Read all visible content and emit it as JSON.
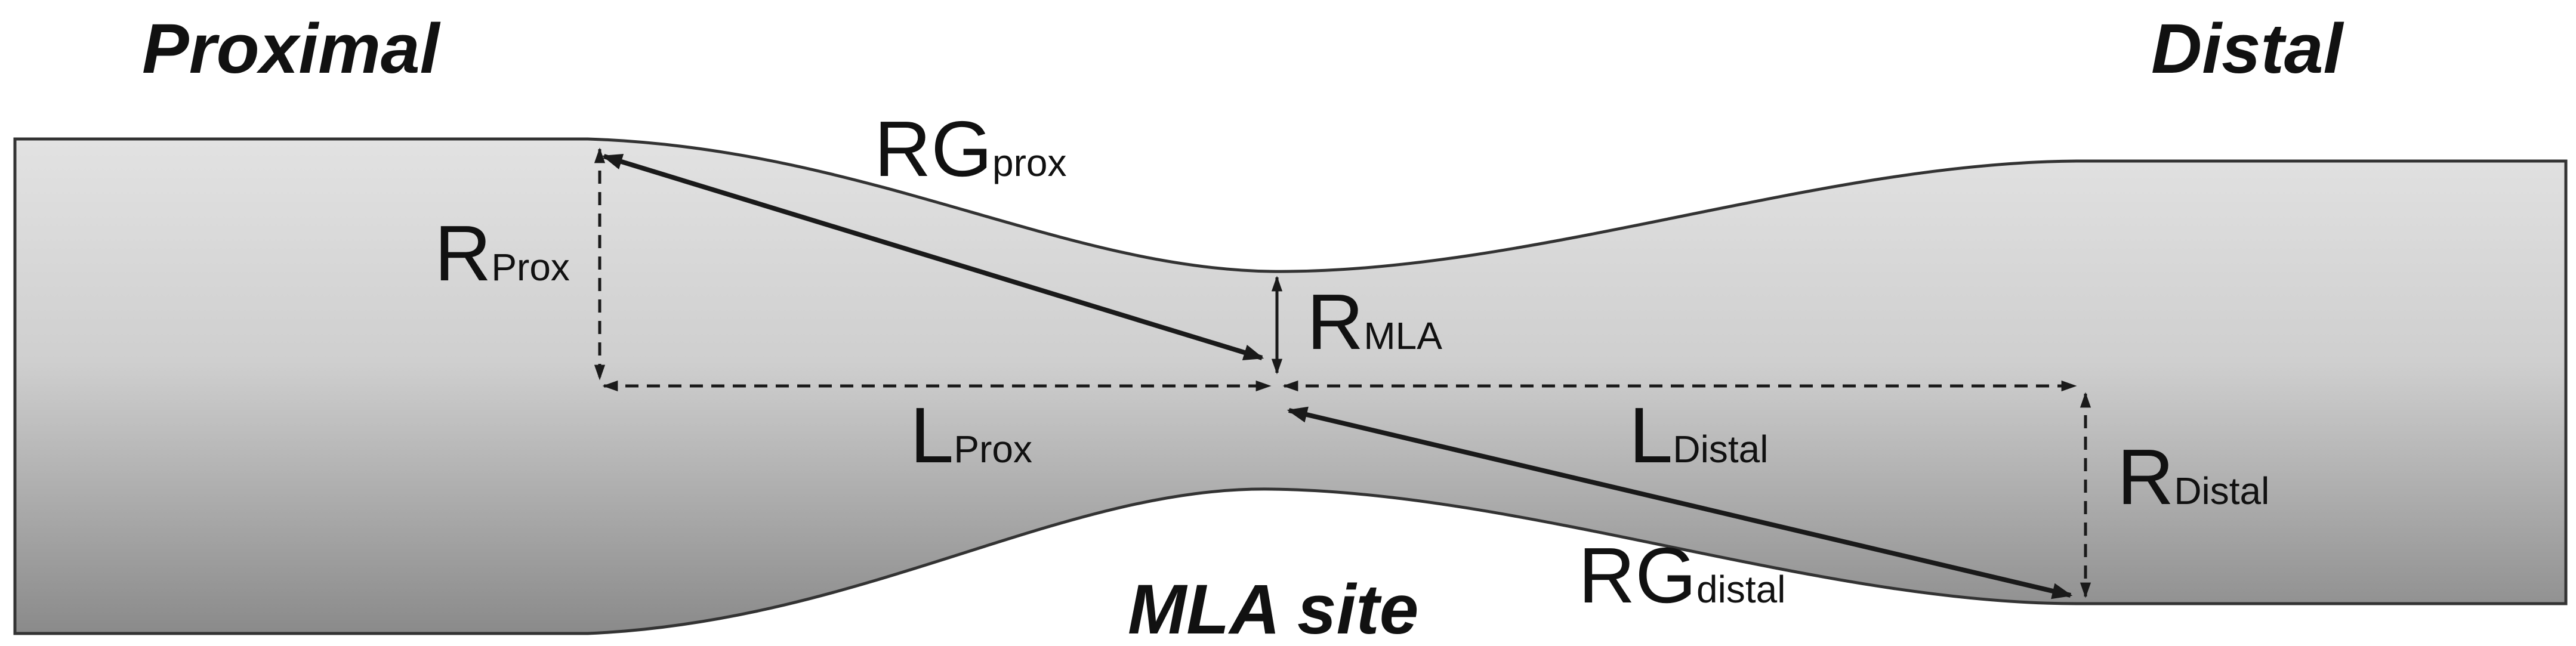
{
  "regions": {
    "proximal": "Proximal",
    "distal": "Distal",
    "mla_site": "MLA site"
  },
  "measurements": {
    "r_prox": {
      "main": "R",
      "sub": "Prox"
    },
    "rg_prox": {
      "main": "RG",
      "sub": "prox"
    },
    "r_mla": {
      "main": "R",
      "sub": "MLA"
    },
    "l_prox": {
      "main": "L",
      "sub": "Prox"
    },
    "l_distal": {
      "main": "L",
      "sub": "Distal"
    },
    "r_distal": {
      "main": "R",
      "sub": "Distal"
    },
    "rg_distal": {
      "main": "RG",
      "sub": "distal"
    }
  },
  "colors": {
    "vessel_light": "#dedede",
    "vessel_dark": "#8c8c8c",
    "outline": "#333333",
    "arrow": "#1a1a1a"
  }
}
